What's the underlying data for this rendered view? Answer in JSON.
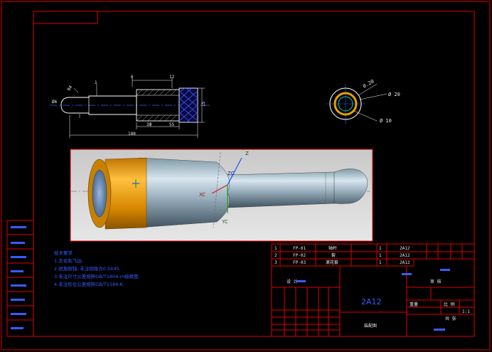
{
  "drawing": {
    "dimensions": {
      "top_left_small": "1",
      "top_mid": "6",
      "top_right": "12",
      "top_ring": "15",
      "radius_left": "R4",
      "dia_left": "Ø6",
      "below_a": "30",
      "below_b": "55",
      "total_length": "100"
    },
    "end_view": {
      "chamfer": "0.20",
      "outer": "Ø 20",
      "inner": "Ø 10"
    }
  },
  "viewport": {
    "axis_z": "Z",
    "axis_zc": "ZC",
    "axis_xc": "XC",
    "axis_yc": "YC"
  },
  "tech_notes": {
    "title": "技术要求",
    "items": [
      "1.去毛刺飞边.",
      "2.锐角倒钝, 未注倒角为0.5X45.",
      "3.未注尺寸公差按照GB/T1804-m级精度.",
      "4.未注形位公差按照GB/T1184-K."
    ]
  },
  "title_block": {
    "material": "2A12",
    "bom": [
      {
        "no": "1",
        "code": "FP-01",
        "name": "轴杆",
        "qty": "1",
        "mat": "2A12"
      },
      {
        "no": "2",
        "code": "FP-02",
        "name": "套",
        "qty": "1",
        "mat": "2A12"
      },
      {
        "no": "3",
        "code": "FP-03",
        "name": "滚花套",
        "qty": "1",
        "mat": "2A12"
      }
    ],
    "labels": {
      "designer": "设 计",
      "check": "审 核",
      "company": "装配图",
      "scale_label": "比 例",
      "scale": "1:1",
      "sheet": "共 张",
      "mass": "重量"
    }
  },
  "colors": {
    "border": "#e00000",
    "text": "#3b5bff",
    "gold": "#e8a000",
    "cyan": "#00d0d0"
  }
}
